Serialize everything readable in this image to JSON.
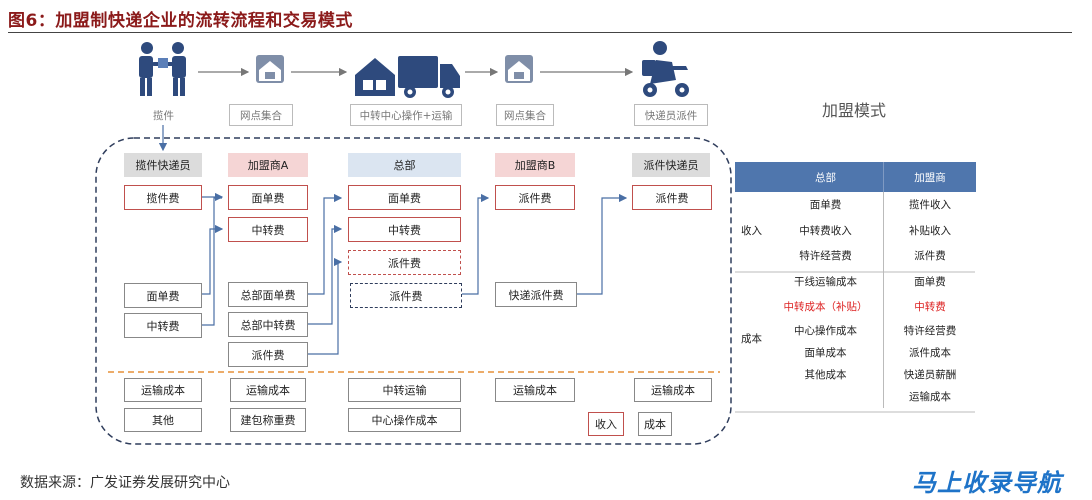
{
  "title": "图6：加盟制快递企业的流转流程和交易模式",
  "source": "数据来源：广发证券发展研究中心",
  "watermark": "马上收录导航",
  "top_flow": {
    "labels": [
      "揽件",
      "网点集合",
      "中转中心操作+运输",
      "网点集合",
      "快递员派件"
    ]
  },
  "columns": {
    "headers": [
      "揽件快递员",
      "加盟商A",
      "总部",
      "加盟商B",
      "派件快递员"
    ]
  },
  "boxes": {
    "c1_fee": "揽件费",
    "c1_face": "面单费",
    "c1_transfer": "中转费",
    "c2_face": "面单费",
    "c2_transfer": "中转费",
    "c2_hq_face": "总部面单费",
    "c2_hq_transfer": "总部中转费",
    "c2_delivery": "派件费",
    "c3_face": "面单费",
    "c3_transfer": "中转费",
    "c3_delivery1": "派件费",
    "c3_delivery2": "派件费",
    "c4_delivery": "派件费",
    "c4_express": "快递派件费",
    "c5_delivery": "派件费"
  },
  "costs": {
    "c1_transport": "运输成本",
    "c1_other": "其他",
    "c2_transport": "运输成本",
    "c2_pack": "建包称重费",
    "c3_transfer": "中转运输",
    "c3_center": "中心操作成本",
    "c4_transport": "运输成本",
    "c5_transport": "运输成本"
  },
  "legend": {
    "income": "收入",
    "cost": "成本"
  },
  "mode": {
    "title": "加盟模式",
    "headers": [
      "总部",
      "加盟商"
    ],
    "income_label": "收入",
    "cost_label": "成本",
    "income_rows": [
      [
        "面单费",
        "揽件收入"
      ],
      [
        "中转费收入",
        "补贴收入"
      ],
      [
        "特许经营费",
        "派件费"
      ]
    ],
    "cost_rows": [
      [
        "干线运输成本",
        "面单费"
      ],
      [
        "中转成本（补贴）",
        "中转费"
      ],
      [
        "中心操作成本",
        "特许经营费"
      ],
      [
        "面单成本",
        "派件成本"
      ],
      [
        "其他成本",
        "快递员薪酬"
      ],
      [
        "",
        "运输成本"
      ]
    ],
    "highlight_color": "#d22222",
    "header_color": "#4f76ad"
  },
  "colors": {
    "red_border": "#c0504d",
    "dash_border": "#2f3d5c",
    "arrow": "#4a6fa5",
    "orange_dash": "#e69138",
    "icon": "#2e4a7d"
  }
}
